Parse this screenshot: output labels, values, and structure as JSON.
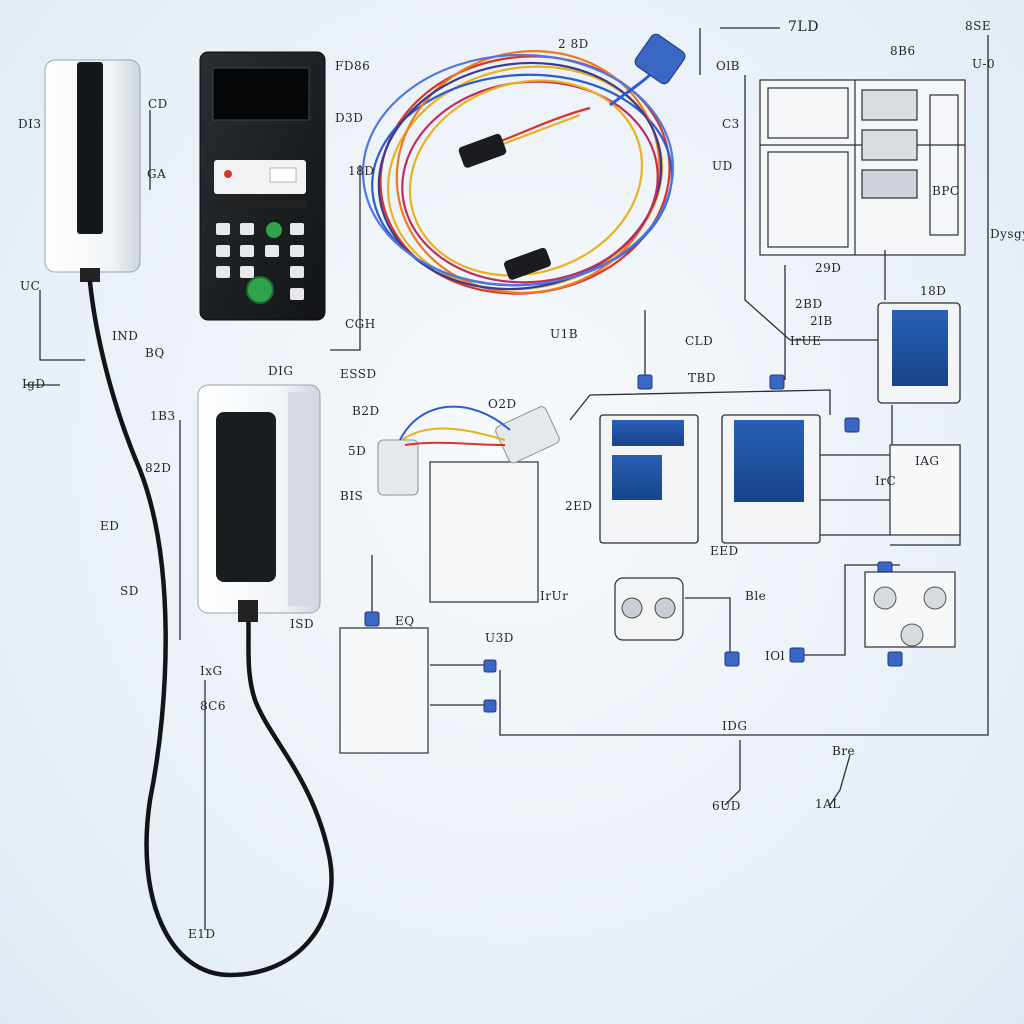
{
  "colors": {
    "background": "#eef3f8",
    "line": "#2b2f36",
    "device_blue": "#1f4f9c",
    "connector_blue": "#3a66c4",
    "device_black": "#1c1f22",
    "panel_grey": "#dfe3e8",
    "wire_red": "#d9342b",
    "wire_yellow": "#e9b21c",
    "wire_blue": "#2d5bd0",
    "wire_orange": "#ee7a22",
    "button_green": "#2fa34a"
  },
  "labels": [
    {
      "id": "lbl-1",
      "text": "7LD"
    },
    {
      "id": "lbl-2",
      "text": "8SE"
    },
    {
      "id": "lbl-3",
      "text": "2 8D"
    },
    {
      "id": "lbl-4",
      "text": "8B6"
    },
    {
      "id": "lbl-5",
      "text": "U-0"
    },
    {
      "id": "lbl-6",
      "text": "FD86"
    },
    {
      "id": "lbl-7",
      "text": "OlB"
    },
    {
      "id": "lbl-8",
      "text": "DI3"
    },
    {
      "id": "lbl-9",
      "text": "CD"
    },
    {
      "id": "lbl-10",
      "text": "D3D"
    },
    {
      "id": "lbl-11",
      "text": "C3"
    },
    {
      "id": "lbl-12",
      "text": "GA"
    },
    {
      "id": "lbl-13",
      "text": "18D"
    },
    {
      "id": "lbl-14",
      "text": "UD"
    },
    {
      "id": "lbl-15",
      "text": "BPC"
    },
    {
      "id": "lbl-16",
      "text": "UC"
    },
    {
      "id": "lbl-17",
      "text": "Dysgy"
    },
    {
      "id": "lbl-18",
      "text": "U1B"
    },
    {
      "id": "lbl-19",
      "text": "29D"
    },
    {
      "id": "lbl-20",
      "text": "18D"
    },
    {
      "id": "lbl-21",
      "text": "2BD"
    },
    {
      "id": "lbl-22",
      "text": "2IB"
    },
    {
      "id": "lbl-23",
      "text": "IND"
    },
    {
      "id": "lbl-24",
      "text": "BQ"
    },
    {
      "id": "lbl-25",
      "text": "CGH"
    },
    {
      "id": "lbl-26",
      "text": "CLD"
    },
    {
      "id": "lbl-27",
      "text": "IrUE"
    },
    {
      "id": "lbl-28",
      "text": "IgD"
    },
    {
      "id": "lbl-29",
      "text": "DIG"
    },
    {
      "id": "lbl-30",
      "text": "ESSD"
    },
    {
      "id": "lbl-31",
      "text": "TBD"
    },
    {
      "id": "lbl-32",
      "text": "O2D"
    },
    {
      "id": "lbl-33",
      "text": "B2D"
    },
    {
      "id": "lbl-34",
      "text": "1B3"
    },
    {
      "id": "lbl-35",
      "text": "5D"
    },
    {
      "id": "lbl-36",
      "text": "IAG"
    },
    {
      "id": "lbl-37",
      "text": "82D"
    },
    {
      "id": "lbl-38",
      "text": "BIS"
    },
    {
      "id": "lbl-39",
      "text": "2ED"
    },
    {
      "id": "lbl-40",
      "text": "IrC"
    },
    {
      "id": "lbl-41",
      "text": "ED"
    },
    {
      "id": "lbl-42",
      "text": "EED"
    },
    {
      "id": "lbl-43",
      "text": "IrUr"
    },
    {
      "id": "lbl-44",
      "text": "SD"
    },
    {
      "id": "lbl-45",
      "text": "Ble"
    },
    {
      "id": "lbl-46",
      "text": "EQ"
    },
    {
      "id": "lbl-47",
      "text": "ISD"
    },
    {
      "id": "lbl-48",
      "text": "U3D"
    },
    {
      "id": "lbl-49",
      "text": "IxG"
    },
    {
      "id": "lbl-50",
      "text": "IOl"
    },
    {
      "id": "lbl-51",
      "text": "8C6"
    },
    {
      "id": "lbl-52",
      "text": "IDG"
    },
    {
      "id": "lbl-53",
      "text": "Bre"
    },
    {
      "id": "lbl-54",
      "text": "E1D"
    },
    {
      "id": "lbl-55",
      "text": "6UD"
    },
    {
      "id": "lbl-56",
      "text": "1AL"
    }
  ]
}
